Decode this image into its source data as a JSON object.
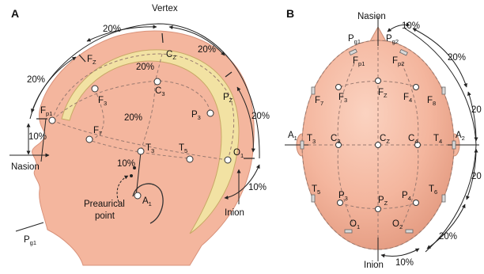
{
  "panels": {
    "a": "A",
    "b": "B"
  },
  "side_view": {
    "landmarks": {
      "vertex": "Vertex",
      "nasion": "Nasion",
      "inion": "Inion",
      "preauricular_line1": "Preaurical",
      "preauricular_line2": "point"
    },
    "percent": {
      "top_left": "20%",
      "top_right": "20%",
      "left": "20%",
      "right": "20%",
      "front_small": "10%",
      "back_small": "10%",
      "inner_top": "20%",
      "inner_mid": "20%",
      "ear": "10%"
    },
    "electrodes": {
      "fz": {
        "main": "F",
        "sub": "Z"
      },
      "cz": {
        "main": "C",
        "sub": "Z"
      },
      "pz": {
        "main": "P",
        "sub": "Z"
      },
      "fp1": {
        "main": "F",
        "sub": "p1"
      },
      "f3": {
        "main": "F",
        "sub": "3"
      },
      "c3": {
        "main": "C",
        "sub": "3"
      },
      "p3": {
        "main": "P",
        "sub": "3"
      },
      "f7": {
        "main": "F",
        "sub": "7"
      },
      "t3": {
        "main": "T",
        "sub": "3"
      },
      "t5": {
        "main": "T",
        "sub": "5"
      },
      "o1": {
        "main": "O",
        "sub": "1"
      },
      "a1": {
        "main": "A",
        "sub": "1"
      },
      "pg1": {
        "main": "P",
        "sub": "g1"
      }
    }
  },
  "top_view": {
    "landmarks": {
      "nasion": "Nasion",
      "inion": "Inion"
    },
    "percent": {
      "top": "10%",
      "right_upper": "20%",
      "right_mid": "20",
      "right_lower": "20",
      "bottom_right": "20%",
      "bottom": "10%"
    },
    "electrodes": {
      "pg1": {
        "main": "P",
        "sub": "g1"
      },
      "pg2": {
        "main": "P",
        "sub": "g2"
      },
      "fp1": {
        "main": "F",
        "sub": "p1"
      },
      "fp2": {
        "main": "F",
        "sub": "p2"
      },
      "f7": {
        "main": "F",
        "sub": "7"
      },
      "f3": {
        "main": "F",
        "sub": "3"
      },
      "fz": {
        "main": "F",
        "sub": "Z"
      },
      "f4": {
        "main": "F",
        "sub": "4"
      },
      "f8": {
        "main": "F",
        "sub": "8"
      },
      "a1": {
        "main": "A",
        "sub": "1"
      },
      "t3": {
        "main": "T",
        "sub": "3"
      },
      "c3": {
        "main": "C",
        "sub": "3"
      },
      "cz": {
        "main": "C",
        "sub": "Z"
      },
      "c4": {
        "main": "C",
        "sub": "4"
      },
      "t4": {
        "main": "T",
        "sub": "4"
      },
      "a2": {
        "main": "A",
        "sub": "2"
      },
      "t5": {
        "main": "T",
        "sub": "5"
      },
      "p3": {
        "main": "P",
        "sub": "3"
      },
      "pz": {
        "main": "P",
        "sub": "Z"
      },
      "p4": {
        "main": "P",
        "sub": "4"
      },
      "t6": {
        "main": "T",
        "sub": "6"
      },
      "o1": {
        "main": "O",
        "sub": "1"
      },
      "o2": {
        "main": "O",
        "sub": "2"
      }
    }
  },
  "colors": {
    "skin": "#f4b69e",
    "skin_dark": "#e59a80",
    "cortex": "#f2e2a3",
    "electrode": "#ffffff",
    "line": "#222222"
  }
}
